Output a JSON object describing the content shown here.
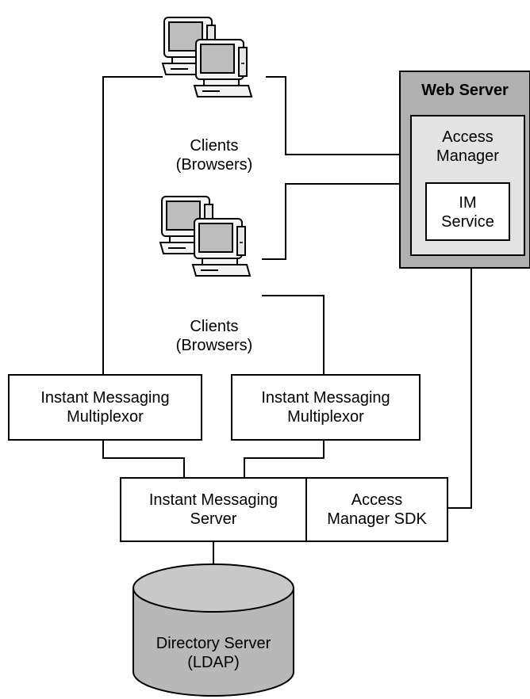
{
  "clients_top": {
    "label": "Clients\n(Browsers)"
  },
  "clients_mid": {
    "label": "Clients\n(Browsers)"
  },
  "web_server": {
    "title": "Web Server",
    "access_manager": "Access\nManager",
    "im_service": "IM\nService"
  },
  "multiplexor_left": {
    "label": "Instant Messaging\nMultiplexor"
  },
  "multiplexor_right": {
    "label": "Instant Messaging\nMultiplexor"
  },
  "im_server": {
    "label": "Instant Messaging\nServer"
  },
  "am_sdk": {
    "label": "Access\nManager SDK"
  },
  "directory": {
    "label": "Directory Server\n(LDAP)"
  },
  "colors": {
    "stroke": "#000000",
    "web_server_fill": "#b0b0b0",
    "access_manager_fill": "#e3e3e3",
    "box_fill": "#ffffff",
    "cylinder_fill": "#b8b8b8",
    "monitor_screen": "#bdbdbd",
    "computer_body": "#f4f4f4"
  },
  "icons": {
    "client_computer": "desktop-computer-icon",
    "database": "database-cylinder-icon"
  }
}
